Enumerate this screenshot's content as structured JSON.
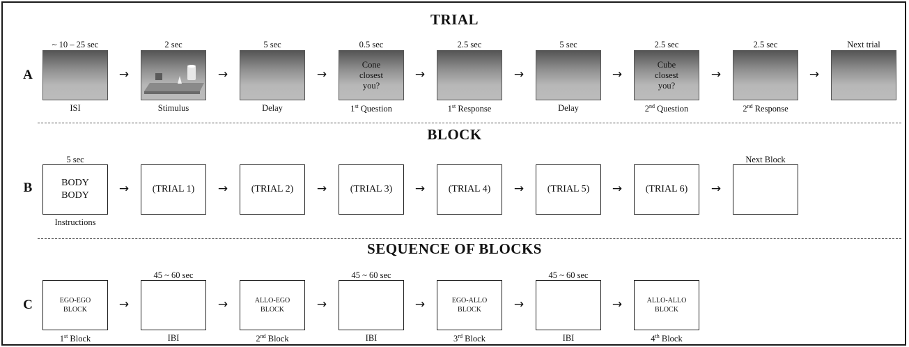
{
  "trial": {
    "title": "TRIAL",
    "row_label": "A",
    "steps": [
      {
        "duration": "~ 10 – 25 sec",
        "caption": "ISI",
        "caption_sup": "",
        "caption_rest": ""
      },
      {
        "duration": "2 sec",
        "caption": "Stimulus",
        "caption_sup": "",
        "caption_rest": ""
      },
      {
        "duration": "5 sec",
        "caption": "Delay",
        "caption_sup": "",
        "caption_rest": ""
      },
      {
        "duration": "0.5 sec",
        "caption": "1",
        "caption_sup": "st",
        "caption_rest": " Question",
        "text": [
          "Cone",
          "closest",
          "you?"
        ]
      },
      {
        "duration": "2.5 sec",
        "caption": "1",
        "caption_sup": "st",
        "caption_rest": " Response"
      },
      {
        "duration": "5 sec",
        "caption": "Delay",
        "caption_sup": "",
        "caption_rest": ""
      },
      {
        "duration": "2.5 sec",
        "caption": "2",
        "caption_sup": "nd",
        "caption_rest": " Question",
        "text": [
          "Cube",
          "closest",
          "you?"
        ]
      },
      {
        "duration": "2.5 sec",
        "caption": "2",
        "caption_sup": "nd",
        "caption_rest": " Response"
      },
      {
        "duration": "Next trial",
        "caption": "",
        "caption_sup": "",
        "caption_rest": ""
      }
    ]
  },
  "block": {
    "title": "BLOCK",
    "row_label": "B",
    "instructions": {
      "duration": "5 sec",
      "lines": [
        "BODY",
        "BODY"
      ],
      "caption": "Instructions"
    },
    "trials": [
      "(TRIAL 1)",
      "(TRIAL 2)",
      "(TRIAL 3)",
      "(TRIAL 4)",
      "(TRIAL 5)",
      "(TRIAL 6)"
    ],
    "next_label": "Next Block"
  },
  "sequence": {
    "title": "SEQUENCE OF BLOCKS",
    "row_label": "C",
    "blocks": [
      {
        "lines": [
          "EGO-EGO",
          "BLOCK"
        ],
        "caption": "1",
        "caption_sup": "st",
        "caption_rest": " Block"
      },
      {
        "lines": [
          "ALLO-EGO",
          "BLOCK"
        ],
        "caption": "2",
        "caption_sup": "nd",
        "caption_rest": " Block"
      },
      {
        "lines": [
          "EGO-ALLO",
          "BLOCK"
        ],
        "caption": "3",
        "caption_sup": "rd",
        "caption_rest": " Block"
      },
      {
        "lines": [
          "ALLO-ALLO",
          "BLOCK"
        ],
        "caption": "4",
        "caption_sup": "th",
        "caption_rest": " Block"
      }
    ],
    "ibi": {
      "duration": "45 ~ 60 sec",
      "caption": "IBI"
    }
  },
  "arrow_glyph": "→",
  "colors": {
    "border": "#222222",
    "gradient_top": "#555555",
    "gradient_bottom": "#bcbcbc"
  }
}
